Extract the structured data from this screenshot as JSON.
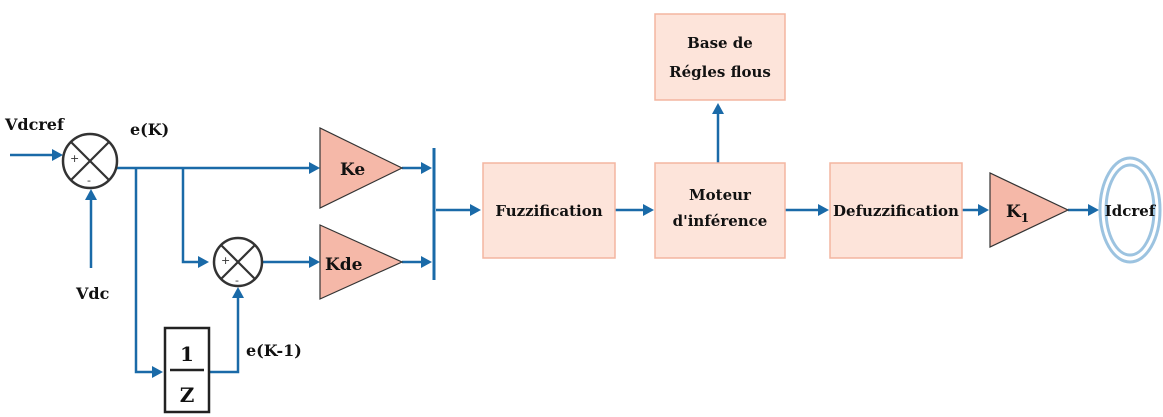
{
  "labels": {
    "vdcref": "Vdcref",
    "ek": "e(K)",
    "vdc": "Vdc",
    "ek1": "e(K-1)",
    "idcref": "Idcref"
  },
  "gains": {
    "ke": "Ke",
    "kde": "Kde",
    "k1_main": "K",
    "k1_sub": "1"
  },
  "blocks": {
    "base_line1": "Base de",
    "base_line2": "Régles flous",
    "fuzzification": "Fuzzification",
    "moteur_line1": "Moteur",
    "moteur_line2": "d'inférence",
    "defuzzification": "Defuzzification"
  },
  "delay": {
    "numerator": "1",
    "denominator": "Z"
  },
  "signs": {
    "sum1_plus": "+",
    "sum1_minus": "-",
    "sum2_plus": "+",
    "sum2_minus": "-"
  },
  "colors": {
    "wire": "#1a6aa8",
    "block_fill": "#fde4da",
    "gain_fill": "#f5b8a8"
  }
}
